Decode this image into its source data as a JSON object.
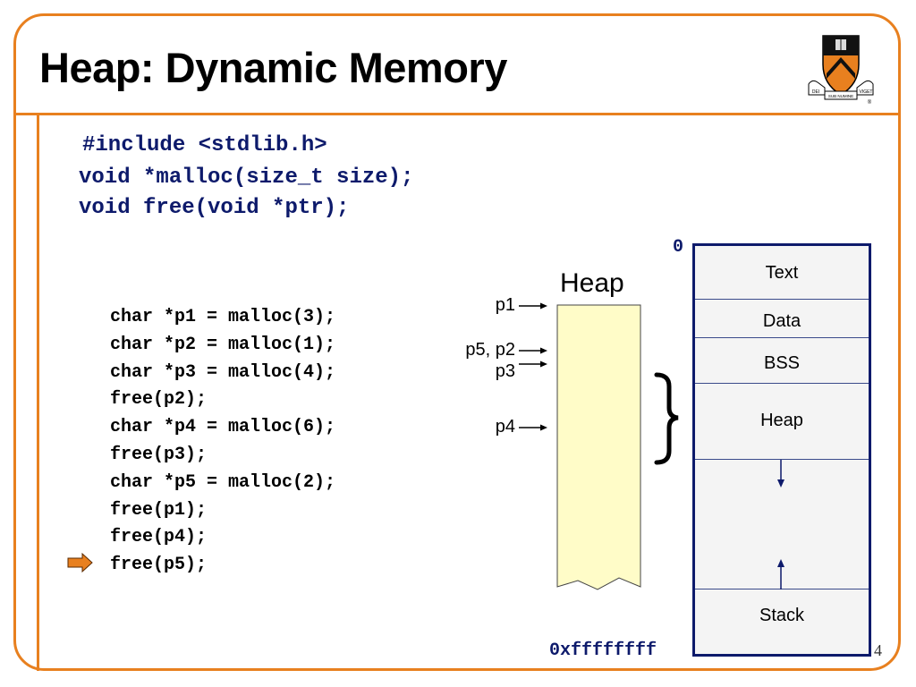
{
  "slide": {
    "title": "Heap: Dynamic Memory",
    "page_number": "4",
    "accent_color": "#e8801f",
    "code_color": "#0d1a6b"
  },
  "prototypes": [
    "#include <stdlib.h>",
    "void *malloc(size_t size);",
    "void free(void *ptr);"
  ],
  "program": {
    "lines": [
      "char *p1 = malloc(3);",
      "char *p2 = malloc(1);",
      "char *p3 = malloc(4);",
      "free(p2);",
      "char *p4 = malloc(6);",
      "free(p3);",
      "char *p5 = malloc(2);",
      "free(p1);",
      "free(p4);",
      "free(p5);"
    ],
    "current_line_index": 9
  },
  "heap_diagram": {
    "label": "Heap",
    "fill_color": "#fffcc8",
    "pointers": [
      {
        "label": "p1"
      },
      {
        "label": "p5, p2"
      },
      {
        "label": "p3"
      },
      {
        "label": "p4"
      }
    ]
  },
  "memory_layout": {
    "start_address": "0",
    "end_address": "0xffffffff",
    "segments": [
      {
        "label": "Text"
      },
      {
        "label": "Data"
      },
      {
        "label": "BSS"
      },
      {
        "label": "Heap"
      },
      {
        "label": ""
      },
      {
        "label": "Stack"
      }
    ]
  },
  "logo": {
    "name": "princeton-shield",
    "motto_left": "DEI",
    "motto_center": "SUB NUMINE",
    "motto_right": "VIGET"
  }
}
